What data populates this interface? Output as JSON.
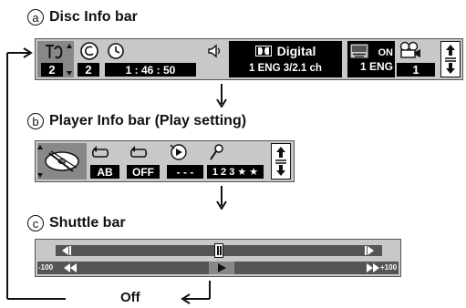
{
  "disc_section": {
    "letter": "a",
    "title": "Disc Info bar"
  },
  "player_section": {
    "letter": "b",
    "title": "Player Info bar (Play setting)"
  },
  "shuttle_section": {
    "letter": "c",
    "title": "Shuttle bar"
  },
  "off_label": "Off",
  "disc_bar": {
    "title_value": "2",
    "chapter_value": "2",
    "time_value": "1 : 46 : 50",
    "audio_format": "Digital",
    "audio_detail": "1 ENG  3/2.1 ch",
    "subtitle_state": "ON",
    "subtitle_lang": "1 ENG",
    "angle_value": "1"
  },
  "player_bar": {
    "repeat_value": "AB",
    "repeat2_value": "OFF",
    "marker_value": "- - -",
    "program_value": "1 2 3 ★ ★"
  },
  "shuttle_bar": {
    "min_label": "-100",
    "max_label": "+100"
  },
  "icons": [
    "title-icon",
    "chapter-icon",
    "clock-icon",
    "audio-icon",
    "dolby-icon",
    "subtitle-icon",
    "angle-icon",
    "updown-icon",
    "disc-icon",
    "repeat-icon",
    "marker-icon",
    "program-icon"
  ]
}
